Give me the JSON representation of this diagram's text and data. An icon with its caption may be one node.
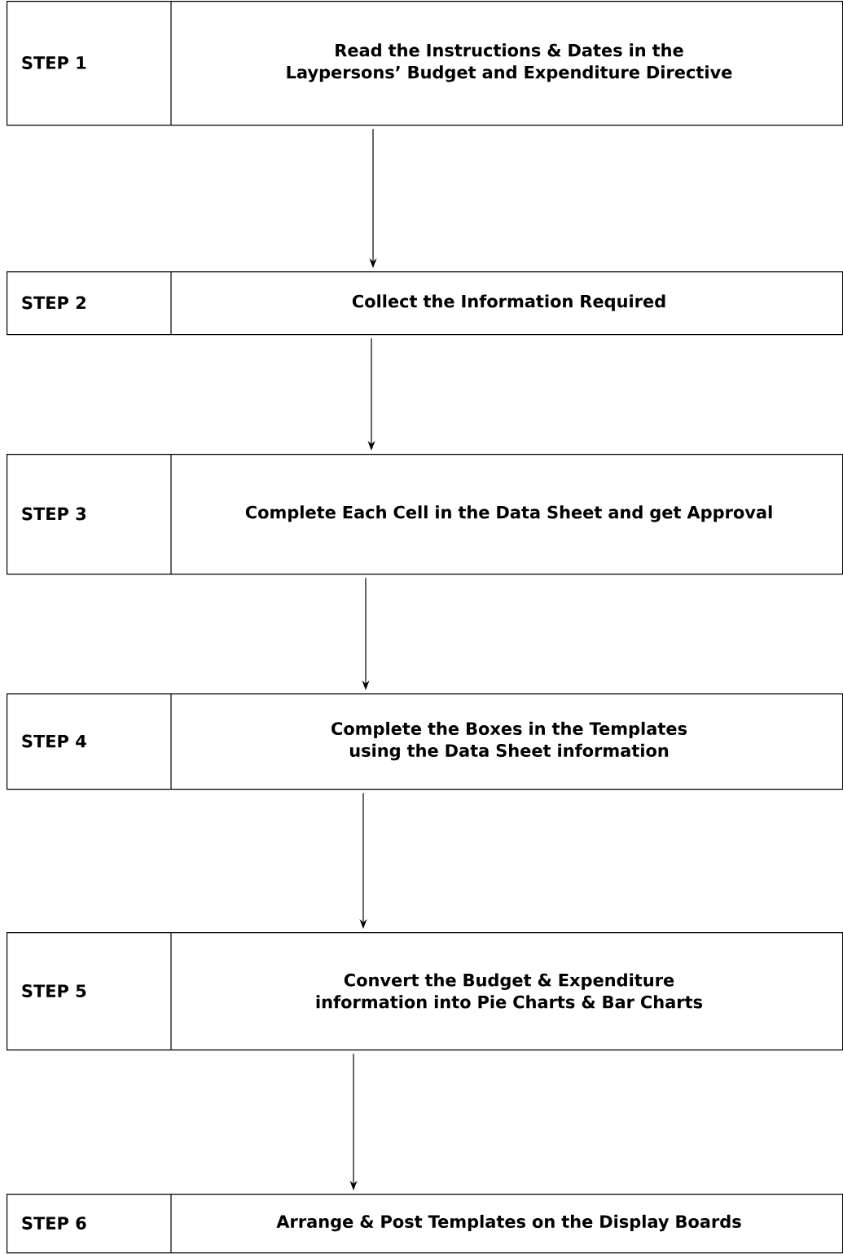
{
  "diagram": {
    "nodes": [
      {
        "text": [
          "STEP 1",
          "Read the Instructions & Dates in the Laypersons’ Budget and Expenditure Directive"
        ]
      },
      {
        "text": [
          "STEP 2",
          "Collect the Information Required"
        ]
      },
      {
        "text": [
          "STEP 3",
          "Complete Each Cell in the Data Sheet and get Approval"
        ]
      },
      {
        "text": [
          "STEP 4",
          "Complete the Boxes in the Templates using the Data Sheet information"
        ]
      },
      {
        "text": [
          "STEP 5",
          "Convert the Budget & Expenditure information into Pie Charts & Bar Charts"
        ]
      },
      {
        "text": [
          "STEP 6",
          "Arrange & Post Templates on the Display Boards"
        ]
      }
    ],
    "edges": [
      {
        "from": 0,
        "to": 1,
        "arrow": "to"
      },
      {
        "from": 1,
        "to": 2,
        "arrow": "to"
      },
      {
        "from": 2,
        "to": 3,
        "arrow": "to"
      },
      {
        "from": 3,
        "to": 4,
        "arrow": "to"
      },
      {
        "from": 4,
        "to": 5,
        "arrow": "to"
      }
    ]
  }
}
